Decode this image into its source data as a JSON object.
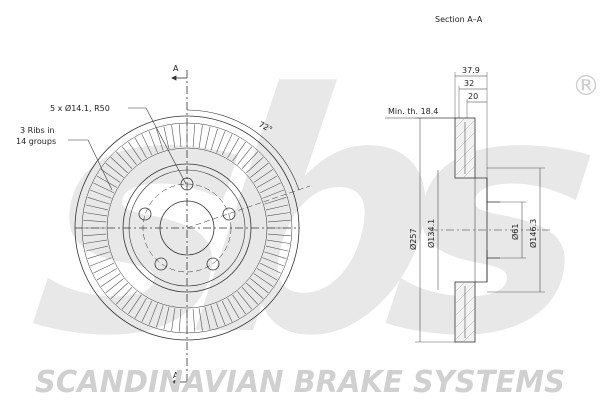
{
  "brand": {
    "name": "SCANDINAVIAN BRAKE SYSTEMS",
    "logo_text": "sbs",
    "registered_mark": "®",
    "watermark_color": "#e6e6e6",
    "text_color": "#d2d2d2"
  },
  "front_view": {
    "section_marker_top": "A",
    "section_marker_bottom": "A",
    "bolt_label": "5 x Ø14.1, R50",
    "ribs_label_line1": "3 Ribs in",
    "ribs_label_line2": "14 groups",
    "angle_label": "72°"
  },
  "section_view": {
    "title": "Section A–A",
    "min_thickness": "Min. th. 18.4",
    "dim_overall_width": "37.9",
    "dim_hat_depth": "32",
    "dim_disc_thickness": "20",
    "dim_outer_diameter": "Ø257",
    "dim_hat_diameter": "Ø134.1",
    "dim_center_bore": "Ø61",
    "dim_hat_outer": "Ø146.3"
  }
}
